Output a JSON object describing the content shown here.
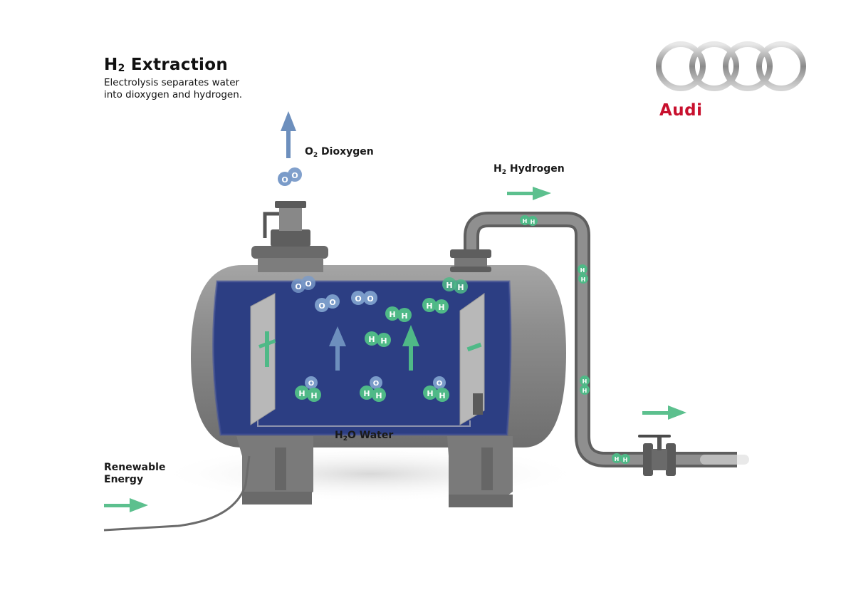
{
  "header": {
    "title_prefix": "H",
    "title_sub": "2",
    "title_main": "Extraction",
    "subtitle_line1": "Electrolysis separates water",
    "subtitle_line2": "into dioxygen and hydrogen."
  },
  "brand": {
    "name": "Audi",
    "logo_icon": "four-rings-icon",
    "accent_color": "#c8102e"
  },
  "labels": {
    "oxygen": {
      "formula": "O",
      "sub": "2",
      "name": "Dioxygen"
    },
    "hydrogen": {
      "formula": "H",
      "sub": "2",
      "name": "Hydrogen"
    },
    "water": {
      "formula_a": "H",
      "sub": "2",
      "formula_b": "O",
      "name": "Water"
    },
    "energy_line1": "Renewable",
    "energy_line2": "Energy"
  },
  "molecule_glyphs": {
    "oxygen_atom": "O",
    "hydrogen_atom": "H"
  },
  "colors": {
    "water_fill": "#2c3e83",
    "tank_gray": "#8c8c8c",
    "oxygen_arrow": "#6d8fbd",
    "hydrogen_arrow": "#5cc08e",
    "oxygen_atom": "#7a9bc9",
    "hydrogen_atom": "#4fb987"
  }
}
